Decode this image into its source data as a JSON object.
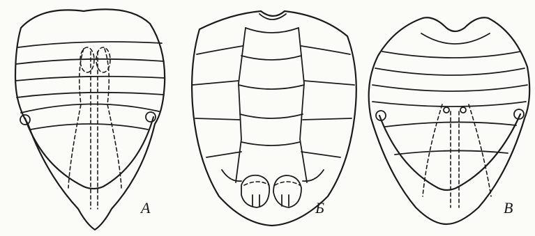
{
  "figure": {
    "panels": [
      {
        "id": "a",
        "label": "А"
      },
      {
        "id": "b",
        "label": "Б"
      },
      {
        "id": "c",
        "label": "В"
      }
    ],
    "colors": {
      "ink": "#1c1c1c",
      "paper": "#fbfbf8"
    }
  }
}
